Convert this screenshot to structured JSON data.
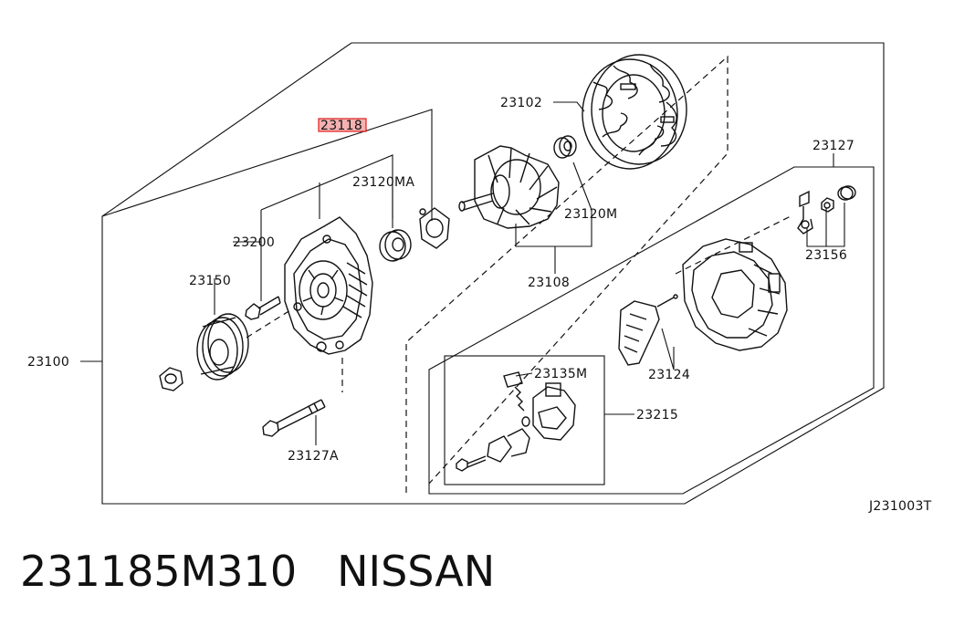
{
  "highlight_color": "#e02020",
  "diagram_code": "J231003T",
  "caption": {
    "part_number": "231185M310",
    "brand": "NISSAN"
  },
  "callouts": {
    "c23118": "23118",
    "c23102": "23102",
    "c23127": "23127",
    "c23120MA": "23120MA",
    "c23200": "23200",
    "c23120M": "23120M",
    "c23156": "23156",
    "c23150": "23150",
    "c23108": "23108",
    "c23100": "23100",
    "c23135M": "23135M",
    "c23124": "23124",
    "c23215": "23215",
    "c23127A": "23127A"
  },
  "icons": {
    "front_cover": "alternator-front-cover-icon",
    "stator": "stator-icon",
    "rotor": "rotor-icon",
    "pulley": "pulley-icon",
    "rear_cover": "rear-cover-icon",
    "brush_holder": "brush-holder-icon",
    "regulator": "regulator-icon"
  }
}
